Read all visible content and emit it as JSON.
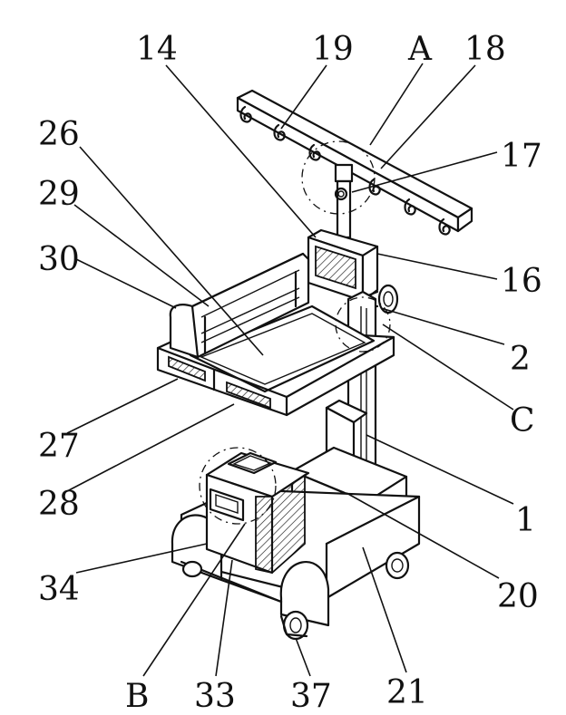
{
  "labels": {
    "l14": "14",
    "l19": "19",
    "lA": "A",
    "l18": "18",
    "l26": "26",
    "l17": "17",
    "l29": "29",
    "l30": "30",
    "l16": "16",
    "l2": "2",
    "lC": "C",
    "l27": "27",
    "l1": "1",
    "l28": "28",
    "l34": "34",
    "l20": "20",
    "lB": "B",
    "l33": "33",
    "l37": "37",
    "l21": "21"
  }
}
